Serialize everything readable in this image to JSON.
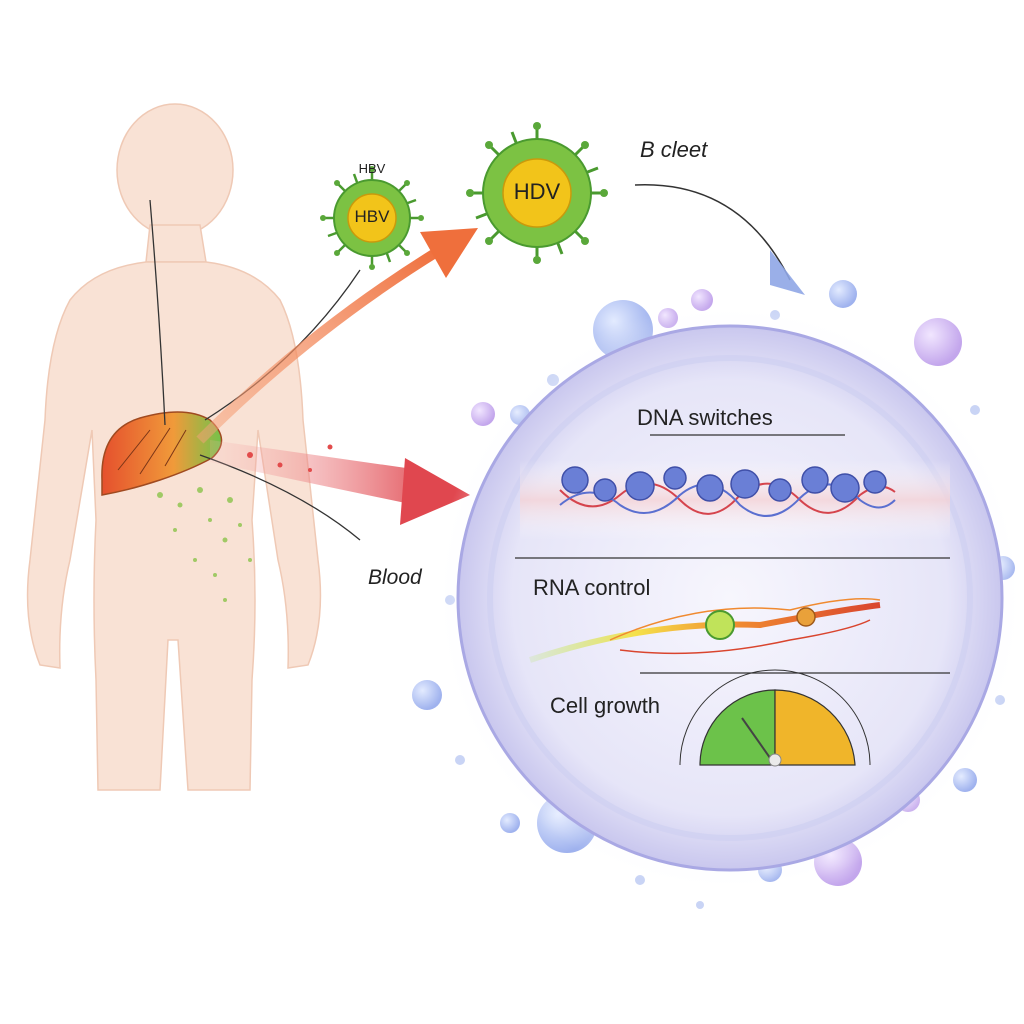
{
  "labels": {
    "hbv_caption": "HBV",
    "hbv_virus": "HBV",
    "hdv_virus": "HDV",
    "b_cleet": "B cleet",
    "blood": "Blood",
    "dna_switches": "DNA switches",
    "rna_control": "RNA control",
    "cell_growth": "Cell growth"
  },
  "colors": {
    "skin": "#f8ddcf",
    "liver": "#e8833a",
    "liver_green": "#6fc04a",
    "virus_body": "#7cc243",
    "virus_core": "#f2c41a",
    "orange_arrow": "#ef7a45",
    "red_arrow": "#e0474f",
    "blue_arrow": "#8fa6e6",
    "cell_membrane": "#a9a8e4",
    "cell_fill": "#eeeefb",
    "gauge_green": "#6cc24a",
    "gauge_yellow": "#f0b52a"
  },
  "icons": [
    "human-figure",
    "liver-icon",
    "virus-icon",
    "dna-strand-icon",
    "rna-strand-icon",
    "gauge-icon"
  ]
}
